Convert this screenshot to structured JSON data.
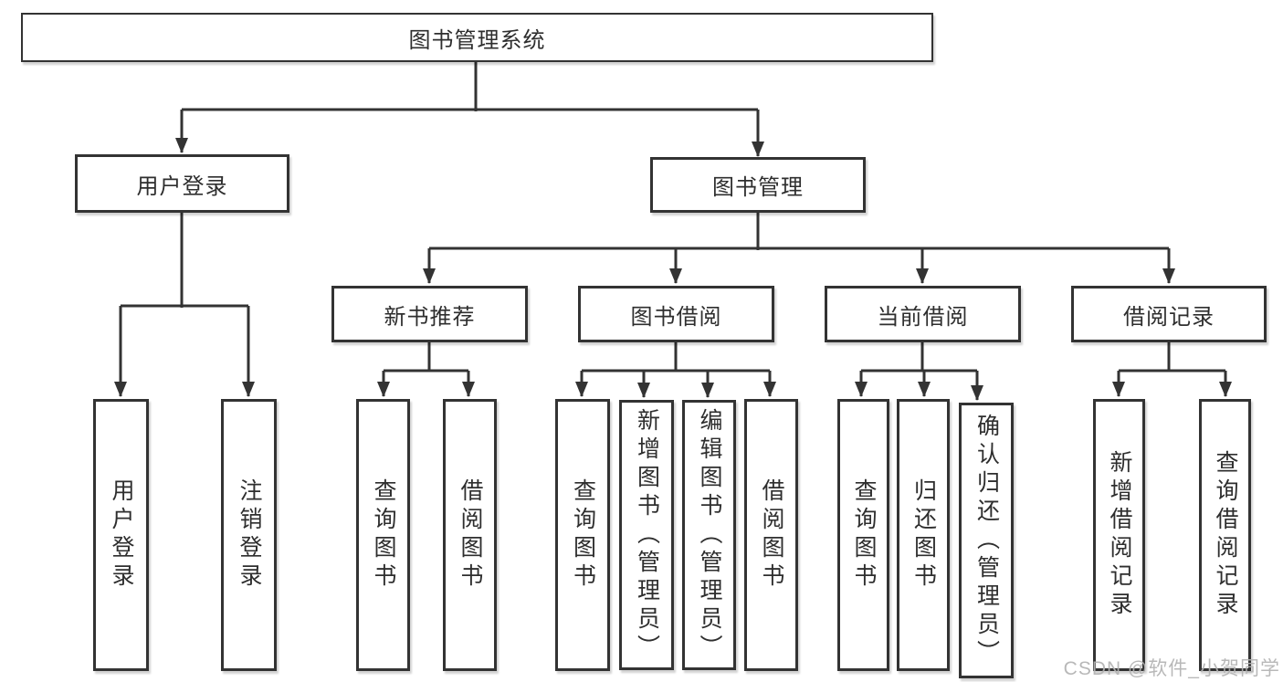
{
  "diagram": {
    "root": {
      "label": "图书管理系统"
    },
    "level2": {
      "user_login": "用户登录",
      "book_management": "图书管理"
    },
    "level3": {
      "new_book_recommend": "新书推荐",
      "book_borrow": "图书借阅",
      "current_borrow": "当前借阅",
      "borrow_records": "借阅记录"
    },
    "leaves": {
      "user_login": "用户登录",
      "logout": "注销登录",
      "recommend_query_books": "查询图书",
      "recommend_borrow_books": "借阅图书",
      "borrow_query_books": "查询图书",
      "borrow_add_book_admin": "新增图书（管理员）",
      "borrow_edit_book_admin": "编辑图书（管理员）",
      "borrow_borrow_books": "借阅图书",
      "current_query_books": "查询图书",
      "current_return_book": "归还图书",
      "current_confirm_return_admin": "确认归还（管理员）",
      "records_add_record": "新增借阅记录",
      "records_query_record": "查询借阅记录"
    }
  },
  "watermark": "CSDN @软件_小贺同学",
  "colors": {
    "line": "#333333",
    "text": "#2e2e2e",
    "watermark": "#b3b3b3",
    "background": "#ffffff"
  }
}
